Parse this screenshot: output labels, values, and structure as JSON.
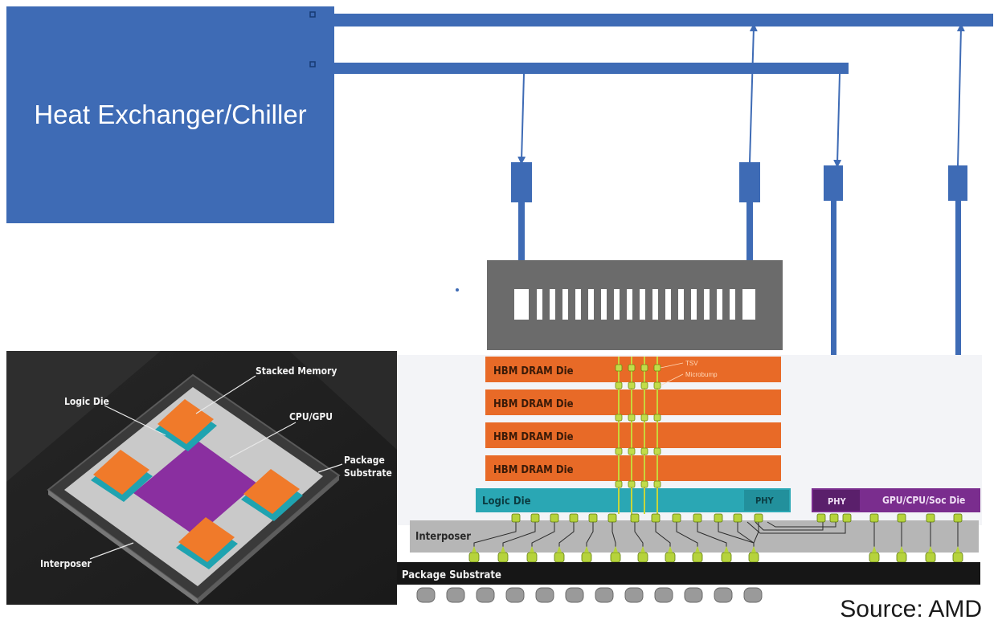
{
  "chiller": {
    "label": "Heat Exchanger/Chiller"
  },
  "source": "Source: AMD",
  "stack": {
    "hbm_dies": [
      "HBM DRAM Die",
      "HBM DRAM Die",
      "HBM DRAM Die",
      "HBM DRAM Die"
    ],
    "tsv_label": "TSV",
    "microbump_label": "Microbump",
    "logic_die": "Logic Die",
    "phy_left": "PHY",
    "phy_right": "PHY",
    "gpu_die": "GPU/CPU/Soc Die",
    "interposer": "Interposer",
    "package_substrate": "Package Substrate"
  },
  "inset": {
    "stacked_memory": "Stacked Memory",
    "logic_die": "Logic Die",
    "cpu_gpu": "CPU/GPU",
    "package_substrate_l1": "Package",
    "package_substrate_l2": "Substrate",
    "interposer": "Interposer"
  },
  "colors": {
    "pipe_blue": "#3e6bb5",
    "chiller_blue": "#3e6bb5",
    "coldplate_gray": "#6b6b6b",
    "hbm_orange": "#e86a27",
    "logic_teal": "#2aa7b4",
    "gpu_purple": "#7a2d8e",
    "bump_green": "#b6d33c",
    "substrate_black": "#161616"
  }
}
